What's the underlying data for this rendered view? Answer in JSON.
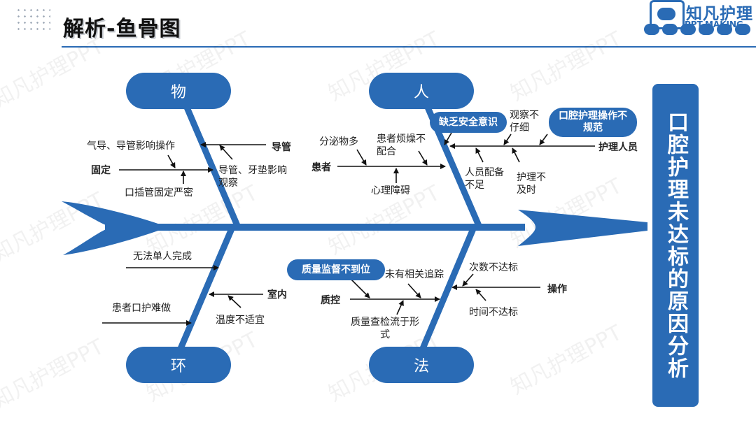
{
  "header": {
    "title": "解析-鱼骨图"
  },
  "logo": {
    "name": "知凡护理",
    "sub": "PPT-MAKING"
  },
  "watermark": "知凡护理PPT",
  "head": "口腔护理未达标的原因分析",
  "categories": {
    "wu": "物",
    "ren": "人",
    "huan": "环",
    "fa": "法"
  },
  "wu": {
    "branch1": "导管",
    "branch2": "固定",
    "c1": "气导、导管影响操作",
    "c2": "导管、牙垫影响观察",
    "c3": "口插管固定严密"
  },
  "ren": {
    "branch1": "患者",
    "branch2": "护理人员",
    "c1": "分泌物多",
    "c2": "患者烦燥不配合",
    "c3": "心理障碍",
    "pill1": "缺乏安全意识",
    "c4": "观察不仔细",
    "pill2": "口腔护理操作不规范",
    "c5": "人员配备不足",
    "c6": "护理不及时"
  },
  "huan": {
    "c1": "无法单人完成",
    "branch1": "室内",
    "c2": "温度不适宜",
    "c3": "患者口护难做"
  },
  "fa": {
    "pill1": "质量监督不到位",
    "c1": "未有相关追踪",
    "branch1": "质控",
    "c2": "质量查检流于形式",
    "c3": "次数不达标",
    "branch2": "操作",
    "c4": "时间不达标"
  },
  "colors": {
    "accent": "#2a6bb5"
  }
}
